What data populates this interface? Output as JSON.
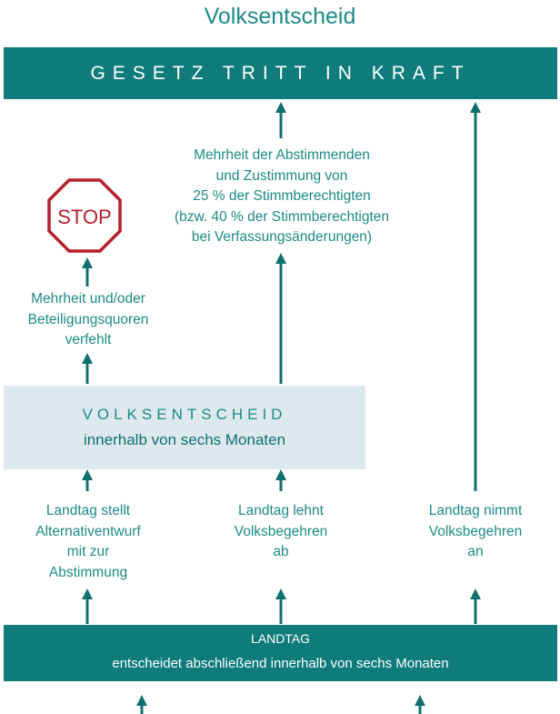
{
  "title": "Volksentscheid",
  "top_banner": "GESETZ TRITT IN KRAFT",
  "stop_sign": {
    "label": "STOP"
  },
  "failure_note": [
    "Mehrheit und/oder",
    "Beteiligungsquoren",
    "verfehlt"
  ],
  "majority_note": [
    "Mehrheit der Abstimmenden",
    "und Zustimmung von",
    "25 % der Stimmberechtigten",
    "(bzw. 40 % der Stimmberechtigten",
    "bei Verfassungsänderungen)"
  ],
  "volksentscheid_box": {
    "heading": "VOLKSENTSCHEID",
    "subtitle": "innerhalb von sechs Monaten"
  },
  "options": [
    [
      "Landtag stellt",
      "Alternativentwurf",
      "mit zur",
      "Abstimmung"
    ],
    [
      "Landtag lehnt",
      "Volksbegehren",
      "ab"
    ],
    [
      "Landtag nimmt",
      "Volksbegehren",
      "an"
    ]
  ],
  "landtag_bar": {
    "heading": "LANDTAG",
    "subtitle": "entscheidet abschließend innerhalb von sechs Monaten"
  },
  "colors": {
    "teal_dark": "#0f7b7b",
    "teal_text": "#1d8a87",
    "box_light": "#dde9ee",
    "stop_red": "#b5202e"
  }
}
